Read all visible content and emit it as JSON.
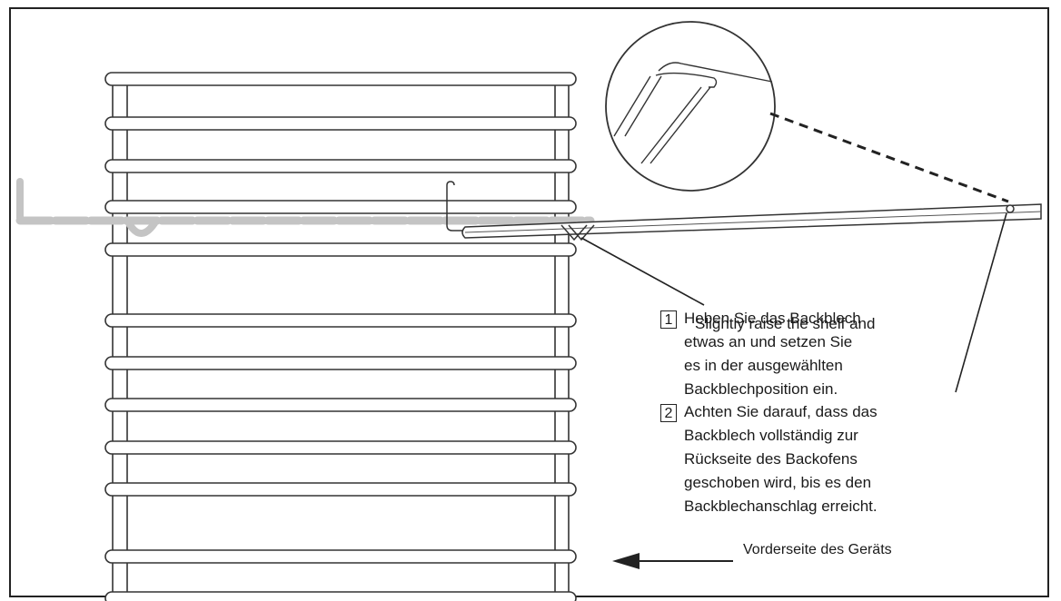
{
  "steps": [
    {
      "number": "1",
      "overlay_text": "Slightly raise the shelf and",
      "lines": "Heben Sie das Backblech\netwas an und setzen Sie\nes in der ausgewählten\nBackblechposition ein."
    },
    {
      "number": "2",
      "lines": "Achten Sie darauf, dass das\nBackblech vollständig zur\nRückseite des Backofens\ngeschoben wird, bis es den\nBackblechanschlag erreicht."
    }
  ],
  "front_label": "Vorderseite des Geräts"
}
